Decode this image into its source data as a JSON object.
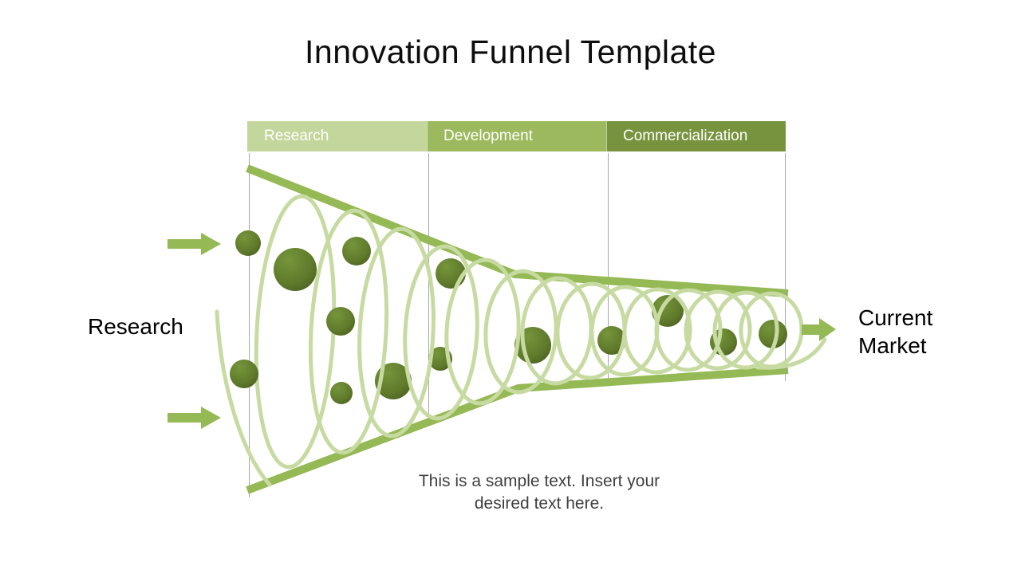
{
  "slide": {
    "title": "Innovation Funnel Template"
  },
  "funnel": {
    "stages": [
      {
        "label": "Research",
        "color": "#c3d69b"
      },
      {
        "label": "Development",
        "color": "#9cba5d"
      },
      {
        "label": "Commercialization",
        "color": "#78933e"
      }
    ],
    "input_label": "Research",
    "output_label": "Current Market"
  },
  "caption": {
    "lines": [
      "This is a sample text. Insert your",
      "desired text here."
    ]
  },
  "colors": {
    "funnel_outline": "#95b955",
    "spiral_coil": "#c7daa2",
    "arrow": "#95b955",
    "idea_ball_light": "#76953b",
    "idea_ball_dark": "#4b5f1f",
    "grid_line": "#a6a6a6",
    "stage_text": "#ffffff",
    "title_text": "#0d0d0d",
    "caption_text": "#3f3f3f"
  }
}
